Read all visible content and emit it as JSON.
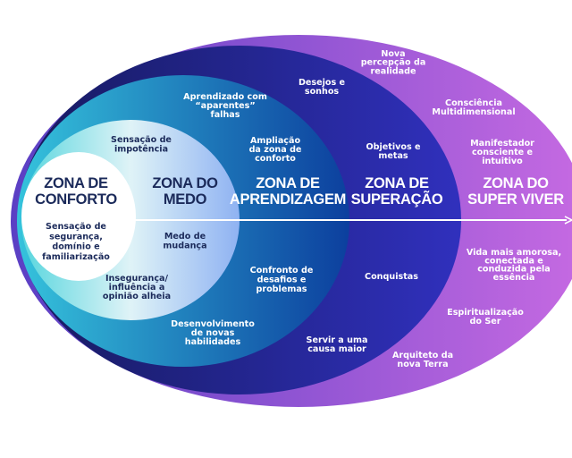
{
  "colors": {
    "dark_text": "#1b2a5a",
    "light_text": "#ffffff",
    "super_viver_left": "#5a3fc4",
    "super_viver_right": "#c66ae2",
    "superacao_left": "#161a5e",
    "superacao_right": "#3030bd",
    "aprendizagem_left": "#35c3dc",
    "aprendizagem_right": "#0c3f9e",
    "medo_left": "#58d6de",
    "medo_mid": "#dff3f7",
    "medo_right": "#8fb2f2"
  },
  "zones": [
    {
      "id": "conforto",
      "title": [
        "ZONA DE",
        "CONFORTO"
      ],
      "items": [
        [
          "Sensação de",
          "segurança,",
          "domínio e",
          "familiarização"
        ]
      ]
    },
    {
      "id": "medo",
      "title": [
        "ZONA DO",
        "MEDO"
      ],
      "items": [
        [
          "Sensação de",
          "impotência"
        ],
        [
          "Medo de",
          "mudança"
        ],
        [
          "Insegurança/",
          "influência a",
          "opinião alheia"
        ]
      ]
    },
    {
      "id": "aprendizagem",
      "title": [
        "ZONA DE",
        "APRENDIZAGEM"
      ],
      "items": [
        [
          "Aprendizado com",
          "“aparentes”",
          "falhas"
        ],
        [
          "Ampliação",
          "da zona de",
          "conforto"
        ],
        [
          "Confronto de",
          "desafios e",
          "problemas"
        ],
        [
          "Desenvolvimento",
          "de novas",
          "habilidades"
        ]
      ]
    },
    {
      "id": "superacao",
      "title": [
        "ZONA DE",
        "SUPERAÇÃO"
      ],
      "items": [
        [
          "Desejos e",
          "sonhos"
        ],
        [
          "Objetivos e",
          "metas"
        ],
        [
          "Conquistas"
        ],
        [
          "Servir a uma",
          "causa maior"
        ]
      ]
    },
    {
      "id": "super-viver",
      "title": [
        "ZONA DO",
        "SUPER VIVER"
      ],
      "items": [
        [
          "Nova",
          "percepção da",
          "realidade"
        ],
        [
          "Consciência",
          "Multidimensional"
        ],
        [
          "Manifestador",
          "consciente e",
          "intuitivo"
        ],
        [
          "Vida mais amorosa,",
          "conectada e",
          "conduzida pela",
          "essência"
        ],
        [
          "Espiritualização",
          "do Ser"
        ],
        [
          "Arquiteto da",
          "nova Terra"
        ]
      ]
    }
  ]
}
